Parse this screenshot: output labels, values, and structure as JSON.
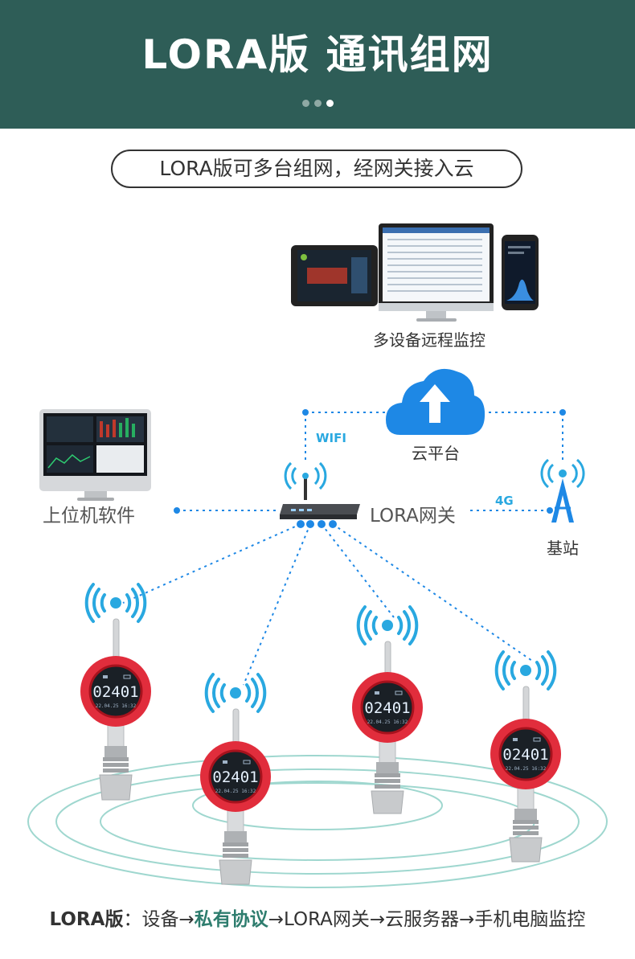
{
  "header": {
    "title": "LORA版 通讯组网",
    "dots": 3,
    "active_dot": 3
  },
  "subtitle": "LORA版可多台组网，经网关接入云",
  "nodes": {
    "remote_monitor": "多设备远程监控",
    "cloud": "云平台",
    "wifi": "WIFI",
    "host_software": "上位机软件",
    "gateway": "LORA网关",
    "link_4g": "4G",
    "base_station": "基站"
  },
  "device": {
    "display_main": "02401",
    "display_sub": "22.04.25  16:32",
    "count": 4
  },
  "bottom": {
    "part1": "LORA版",
    "part2": "：设备→",
    "part3": "私有协议",
    "part4": "→LORA网关→云服务器→手机电脑监控"
  },
  "colors": {
    "header_bg": "#2e5d57",
    "accent_blue": "#1e88e5",
    "wifi_blue": "#29a8e0",
    "device_red": "#e12d3c",
    "protocol_green": "#2e7d6e"
  }
}
